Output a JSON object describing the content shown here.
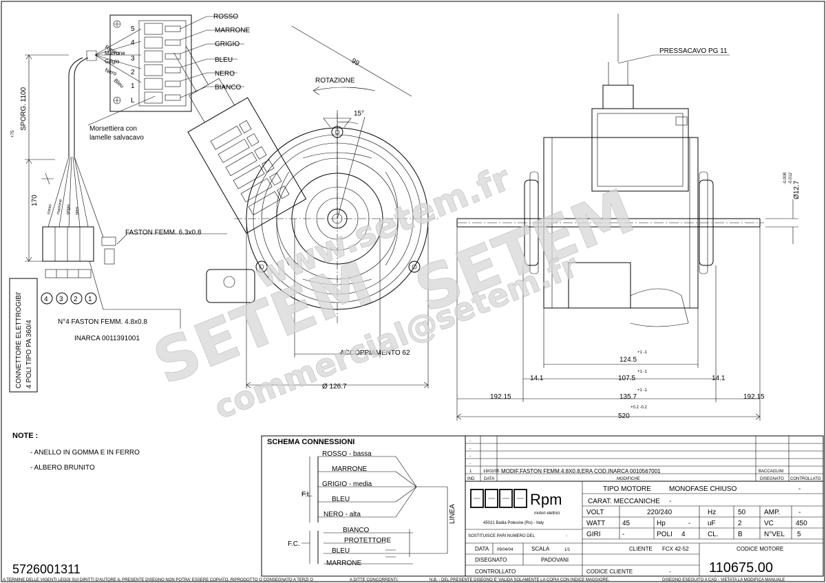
{
  "terminal_block": {
    "numbers": [
      "5",
      "4",
      "3",
      "2",
      "1",
      "L"
    ],
    "wire_labels": [
      "ROSSO",
      "MARRONE",
      "GRIGIO",
      "BLEU",
      "NERO",
      "BIANCO"
    ],
    "inner_labels": [
      "Rosso",
      "Marrone",
      "Grigio",
      "Nero",
      "Bleu"
    ],
    "note_line1": "Morsettiera con",
    "note_line2": "lamelle salvacavo"
  },
  "cable": {
    "sporg_label": "SPORG. 1100",
    "sporg_tol": "+75",
    "len_170": "170",
    "wire_labels": [
      "rosso",
      "marrone",
      "grigio",
      "bleu"
    ],
    "faston_label": "FASTON FEMM. 6.3x0.8",
    "connector_pins": [
      "4",
      "3",
      "2",
      "1"
    ],
    "connector_box_line1": "CONNETTORE ELETTROGIBI'",
    "connector_box_line2": "4 POLI TIPO PA 360/4",
    "faston4_label": "N°4 FASTON FEMM. 4.8x0.8",
    "inarca_label": "INARCA 0011391001"
  },
  "front_view": {
    "dim_99": "99",
    "rotation_label": "ROTAZIONE",
    "angle_label": "15°",
    "coupling_label": "ACCOPPIAMENTO 62",
    "diameter_label": "Ø 126.7"
  },
  "side_view": {
    "gland_label": "PRESSACAVO PG 11",
    "shaft_dia": "Ø12.7",
    "shaft_tol_a": "-0.008",
    "shaft_tol_b": "-0.012",
    "dim_124": "124.5",
    "dim_124_tol": "+1 -1",
    "dim_107": "107.5",
    "dim_107_tol": "+1 -1",
    "dim_14_left": "14.1",
    "dim_14_right": "14.1",
    "dim_135": "135.7",
    "dim_135_tol": "+1 -1",
    "dim_192_left": "192.15",
    "dim_192_right": "192.15",
    "dim_520": "520",
    "dim_520_tol": "+0.2 -0.2"
  },
  "watermark": {
    "setem": "SETEM",
    "site": "www.setem.fr",
    "email": "commercial@setem.fr"
  },
  "notes": {
    "title": "NOTE :",
    "items": [
      "- ANELLO IN GOMMA E IN FERRO",
      "- ALBERO BRUNITO"
    ]
  },
  "drawing_number": "5726001311",
  "schema": {
    "title": "SCHEMA CONNESSIONI",
    "rosso": "ROSSO - bassa",
    "marrone": "MARRONE",
    "grigio": "GRIGIO - media",
    "bleu": "BLEU",
    "nero": "NERO - alta",
    "bianco": "BIANCO",
    "protettore": "PROTETTORE",
    "bleu2": "BLEU",
    "marrone2": "MARRONE",
    "fl": "F.L.",
    "fc": "F.C.",
    "linea": "LINEA"
  },
  "revisions": {
    "blank": "-",
    "rev1_ind": "1",
    "rev1_date": "18/02/05",
    "rev1_text": "MODIF.FASTON FEMM.4.8X0.8,ERA COD.INARCA 0010567001",
    "rev1_sign": "BACCAGLINI",
    "h_ind": "IND",
    "h_data": "DATA",
    "h_modifiche": "MODIFICHE",
    "h_disegnato": "DISEGNATO",
    "h_controllato": "CONTROLLATO"
  },
  "logo": {
    "brand": "Rpm",
    "subtitle": "motori elettrici",
    "address": "45021 Badia Polesine (Ro) - Italy"
  },
  "specs": {
    "tipo_label": "TIPO MOTORE",
    "tipo_value": "MONOFASE CHIUSO",
    "tipo_dash": "-",
    "carat_label": "CARAT. MECCANICHE",
    "carat_value": "-",
    "volt_label": "VOLT",
    "volt_value": "220/240",
    "hz_label": "Hz",
    "hz_value": "50",
    "amp_label": "AMP.",
    "amp_value": "-",
    "watt_label": "WATT",
    "watt_value": "45",
    "hp_label": "Hp",
    "hp_value": "-",
    "uf_label": "uF",
    "uf_value": "2",
    "vc_label": "VC",
    "vc_value": "450",
    "giri_label": "GIRI",
    "giri_value": "-",
    "poli_label": "POLI",
    "poli_value": "4",
    "cl_label": "CL.",
    "cl_value": "B",
    "nvel_label": "N°VEL",
    "nvel_value": "5"
  },
  "title_block": {
    "sostituisce": "SOSTITUISCE PARI NUMERO DEL",
    "sostituisce_val": "-",
    "data_label": "DATA",
    "data_value": "09/04/04",
    "scala_label": "SCALA",
    "scala_value": "1/1",
    "cliente_label": "CLIENTE",
    "cliente_value": "FCX 42-52",
    "codice_motore_label": "CODICE MOTORE",
    "disegnato_label": "DISEGNATO",
    "disegnato_value": "PADOVANI",
    "controllato_label": "CONTROLLATO",
    "codice_cliente_label": "CODICE CLIENTE",
    "codice_cliente_value": "-",
    "codice_motore_value": "110675.00"
  },
  "footer": {
    "left": "A TERMINE DELLE VIGENTI LEGGI SUI DIRITTI D'AUTORE IL PRESENTE DISEGNO NON POTRA' ESSERE COPIATO, RIPRODOTTO O CONSEGNATO A TERZI O",
    "mid": "A DITTE CONCORRENTI.",
    "right": "N.B. - DEL PRESENTE DISEGNO E' VALIDA SOLAMENTE LA COPIA CON INDICE MAGGIORE.",
    "far_right": "DISEGNO ESEGUITO A CAD - VIETATA LA MODIFICA MANUALE"
  }
}
